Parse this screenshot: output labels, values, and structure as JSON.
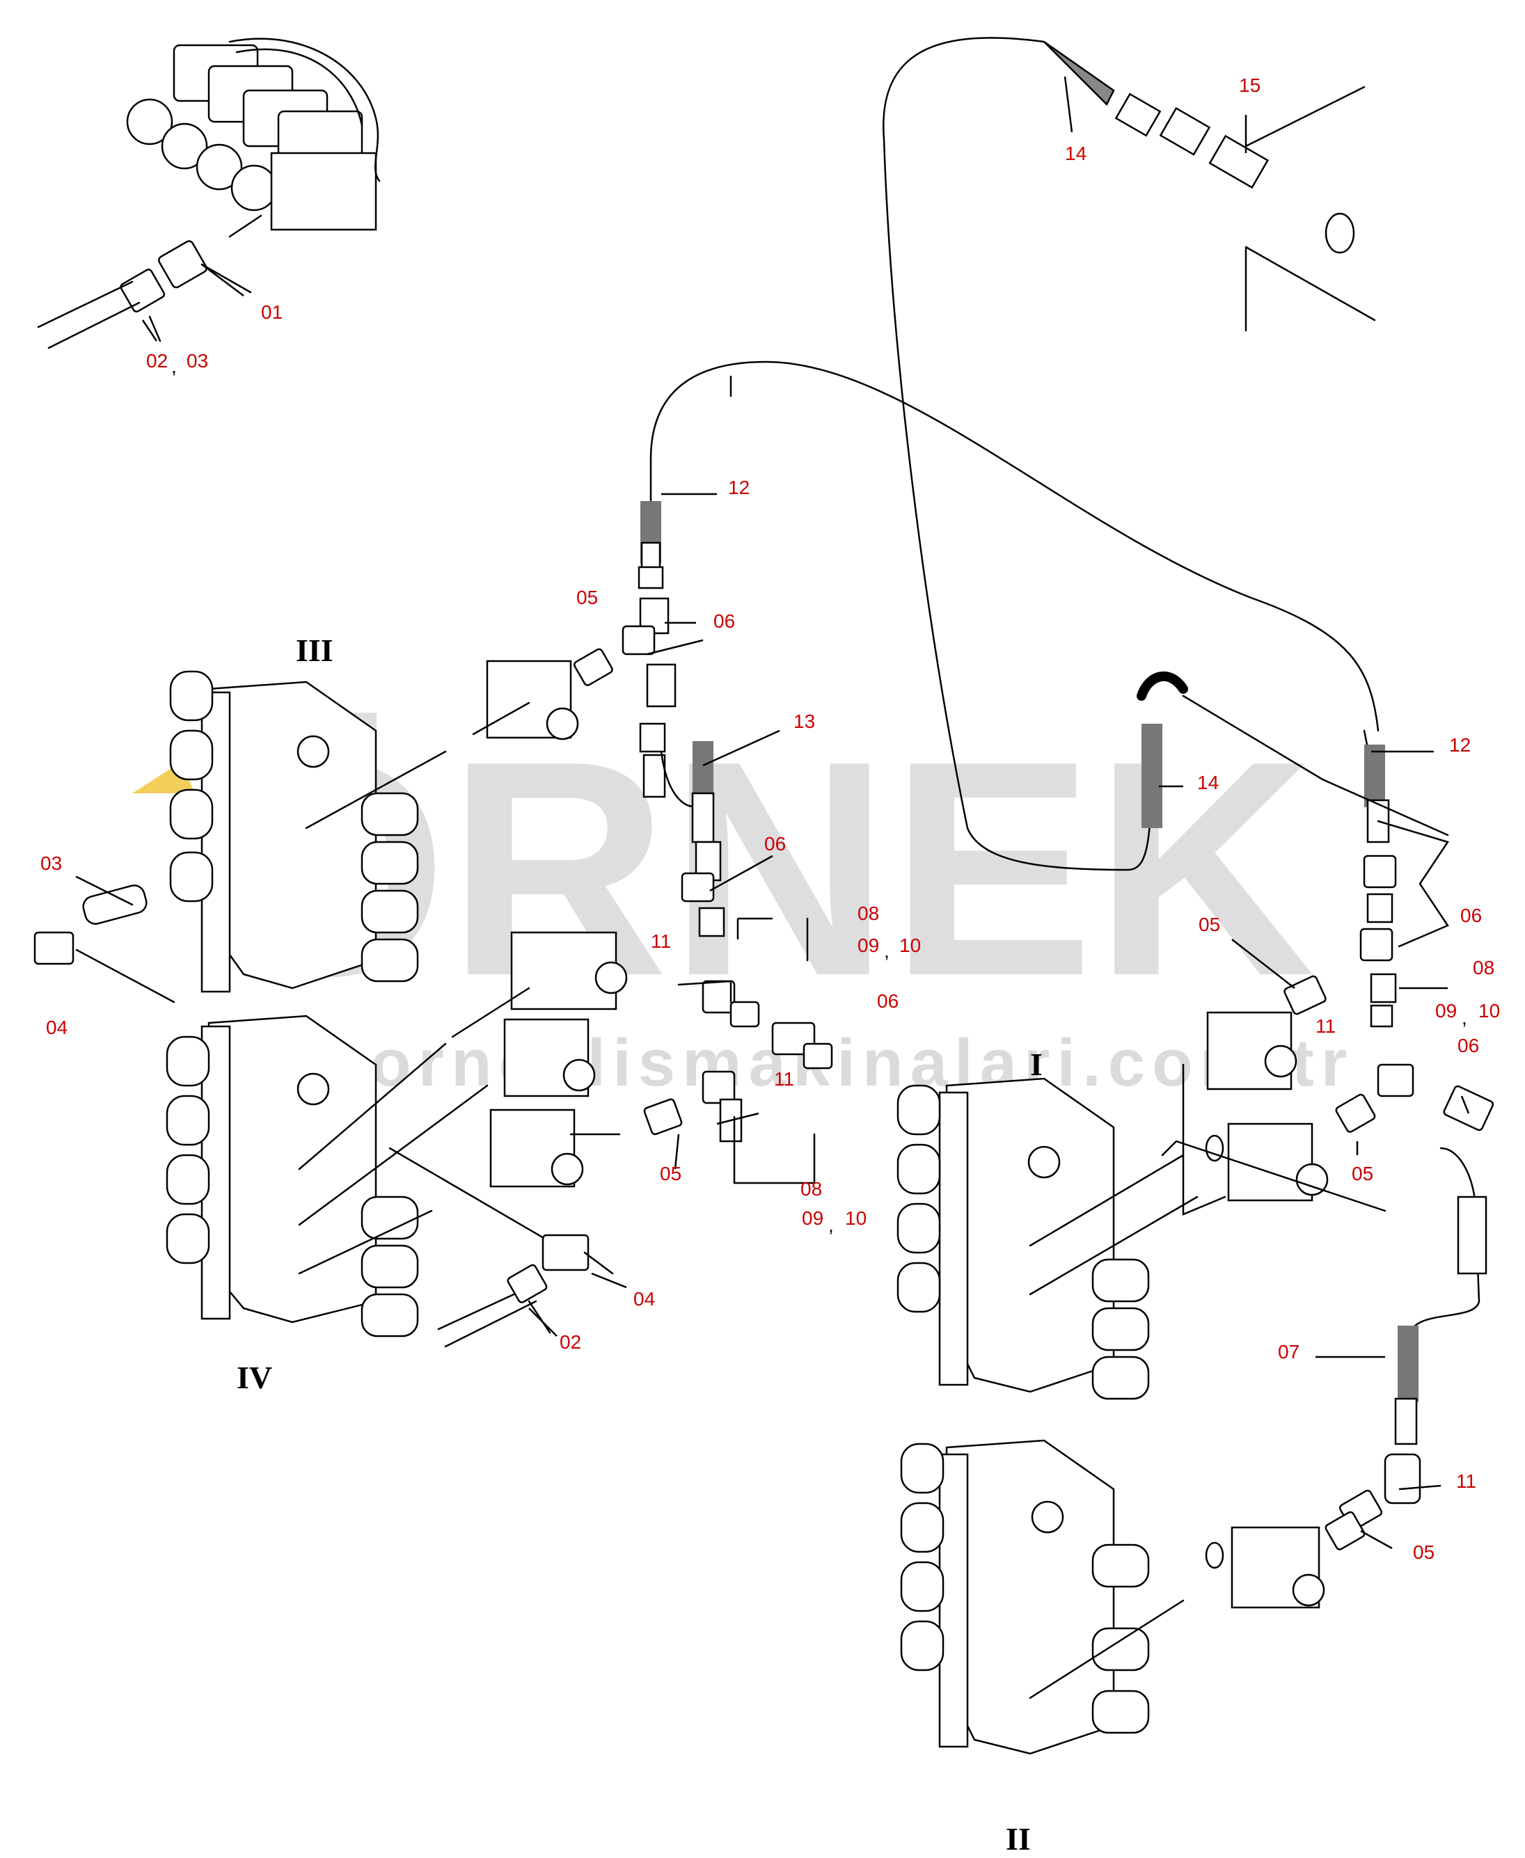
{
  "watermark": {
    "brand": "ÖRNEK",
    "url": "www.orneklismakinalari.com.tr",
    "brand_color": "#b9b9be",
    "accent_color": "#f1c232"
  },
  "colors": {
    "callout": "#cc0000",
    "line": "#000000"
  },
  "group_labels": {
    "g1": "I",
    "g2": "II",
    "g3": "III",
    "g4": "IV"
  },
  "callouts": {
    "c01": "01",
    "c02_03": "02",
    "c03_b": "03",
    "comma": ",",
    "c12_top": "12",
    "c05_top": "05",
    "c06_top": "06",
    "c13": "13",
    "c06_mid": "06",
    "c08_mid": "08",
    "c09_mid": "09",
    "c10_mid": "10",
    "c11_mid": "11",
    "c06_low": "06",
    "c11_low": "11",
    "c05_low": "05",
    "c08_low": "08",
    "c09_low": "09",
    "c10_low": "10",
    "c03_left": "03",
    "c04_left": "04",
    "c04_low": "04",
    "c02_low": "02",
    "c14_top": "14",
    "c15": "15",
    "c14_right": "14",
    "c12_right": "12",
    "c06_right": "06",
    "c05_right": "05",
    "c08_right": "08",
    "c11_right": "11",
    "c09_right": "09",
    "c10_right": "10",
    "c06_right2": "06",
    "c05_right2": "05",
    "c07": "07",
    "c11_right2": "11",
    "c05_right3": "05"
  }
}
